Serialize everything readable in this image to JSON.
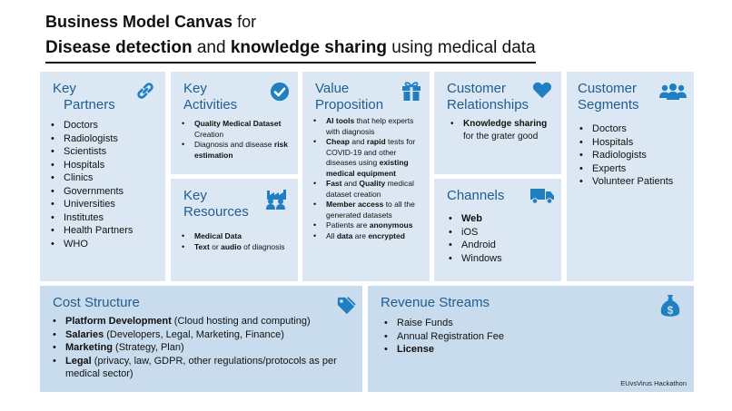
{
  "title": {
    "line1_bold": "Business Model Canvas",
    "line1_rest": " for",
    "line2_bold1": "Disease detection",
    "line2_mid": " and ",
    "line2_bold2": "knowledge sharing",
    "line2_rest": " using medical data"
  },
  "key_partners": {
    "heading_l1": "Key",
    "heading_l2": "Partners",
    "icon": "link-icon",
    "items": [
      "Doctors",
      "Radiologists",
      "Scientists",
      "Hospitals",
      "Clinics",
      "Governments",
      "Universities",
      "Institutes",
      "Health Partners",
      "WHO"
    ]
  },
  "key_activities": {
    "heading_l1": "Key",
    "heading_l2": "Activities",
    "icon": "check-circle-icon",
    "items": [
      {
        "b1": "Quality Medical Dataset",
        "t1": " Creation"
      },
      {
        "t1": "Diagnosis and disease ",
        "b1": "risk estimation"
      }
    ]
  },
  "key_resources": {
    "heading_l1": "Key",
    "heading_l2": "Resources",
    "icon": "factory-people-icon",
    "items": [
      {
        "b": "Medical Data"
      },
      {
        "b1": "Text",
        "t1": " or ",
        "b2": "audio",
        "t2": " of diagnosis"
      }
    ]
  },
  "value_proposition": {
    "heading_l1": "Value",
    "heading_l2": "Proposition",
    "icon": "gift-icon",
    "items": [
      {
        "b1": "AI tools",
        "t1": " that help experts with diagnosis"
      },
      {
        "b1": "Cheap",
        "t1": " and ",
        "b2": "rapid",
        "t2": " tests for COVID-19 and other diseases using ",
        "b3": "existing medical equipment"
      },
      {
        "b1": "Fast",
        "t1": " and ",
        "b2": "Quality",
        "t2": " medical dataset creation"
      },
      {
        "b1": "Member access",
        "t1": " to all the generated datasets"
      },
      {
        "t1": "Patients are ",
        "b1": "anonymous"
      },
      {
        "t1": "All ",
        "b1": "data",
        "t2": " are ",
        "b2": "encrypted"
      }
    ]
  },
  "customer_relationships": {
    "heading_l1": "Customer",
    "heading_l2": "Relationships",
    "icon": "heart-icon",
    "item_bold": "Knowledge sharing",
    "item_rest": "for the grater good"
  },
  "channels": {
    "heading": "Channels",
    "icon": "truck-icon",
    "items": [
      {
        "b": "Web"
      },
      {
        "t": "iOS"
      },
      {
        "t": "Android"
      },
      {
        "t": "Windows"
      }
    ]
  },
  "customer_segments": {
    "heading_l1": "Customer",
    "heading_l2": "Segments",
    "icon": "users-icon",
    "items": [
      "Doctors",
      "Hospitals",
      "Radiologists",
      "Experts",
      "Volunteer Patients"
    ]
  },
  "cost_structure": {
    "heading": "Cost Structure",
    "icon": "tags-icon",
    "items": [
      {
        "b": "Platform Development",
        "t": " (Cloud hosting and computing)"
      },
      {
        "b": "Salaries",
        "t": " (Developers, Legal, Marketing, Finance)"
      },
      {
        "b": "Marketing",
        "t": " (Strategy, Plan)"
      },
      {
        "b": "Legal",
        "t": " (privacy, law, GDPR, other regulations/protocols as per medical sector)"
      }
    ]
  },
  "revenue_streams": {
    "heading": "Revenue Streams",
    "icon": "money-bag-icon",
    "items": [
      {
        "t": "Raise Funds"
      },
      {
        "t": "Annual Registration Fee"
      },
      {
        "b": "License"
      }
    ],
    "credit": "EUvsVirus Hackathon"
  },
  "colors": {
    "accent": "#1f5d8f",
    "icon": "#1f7fc0",
    "box": "#dbe8f3",
    "box_dark": "#c9dced"
  }
}
